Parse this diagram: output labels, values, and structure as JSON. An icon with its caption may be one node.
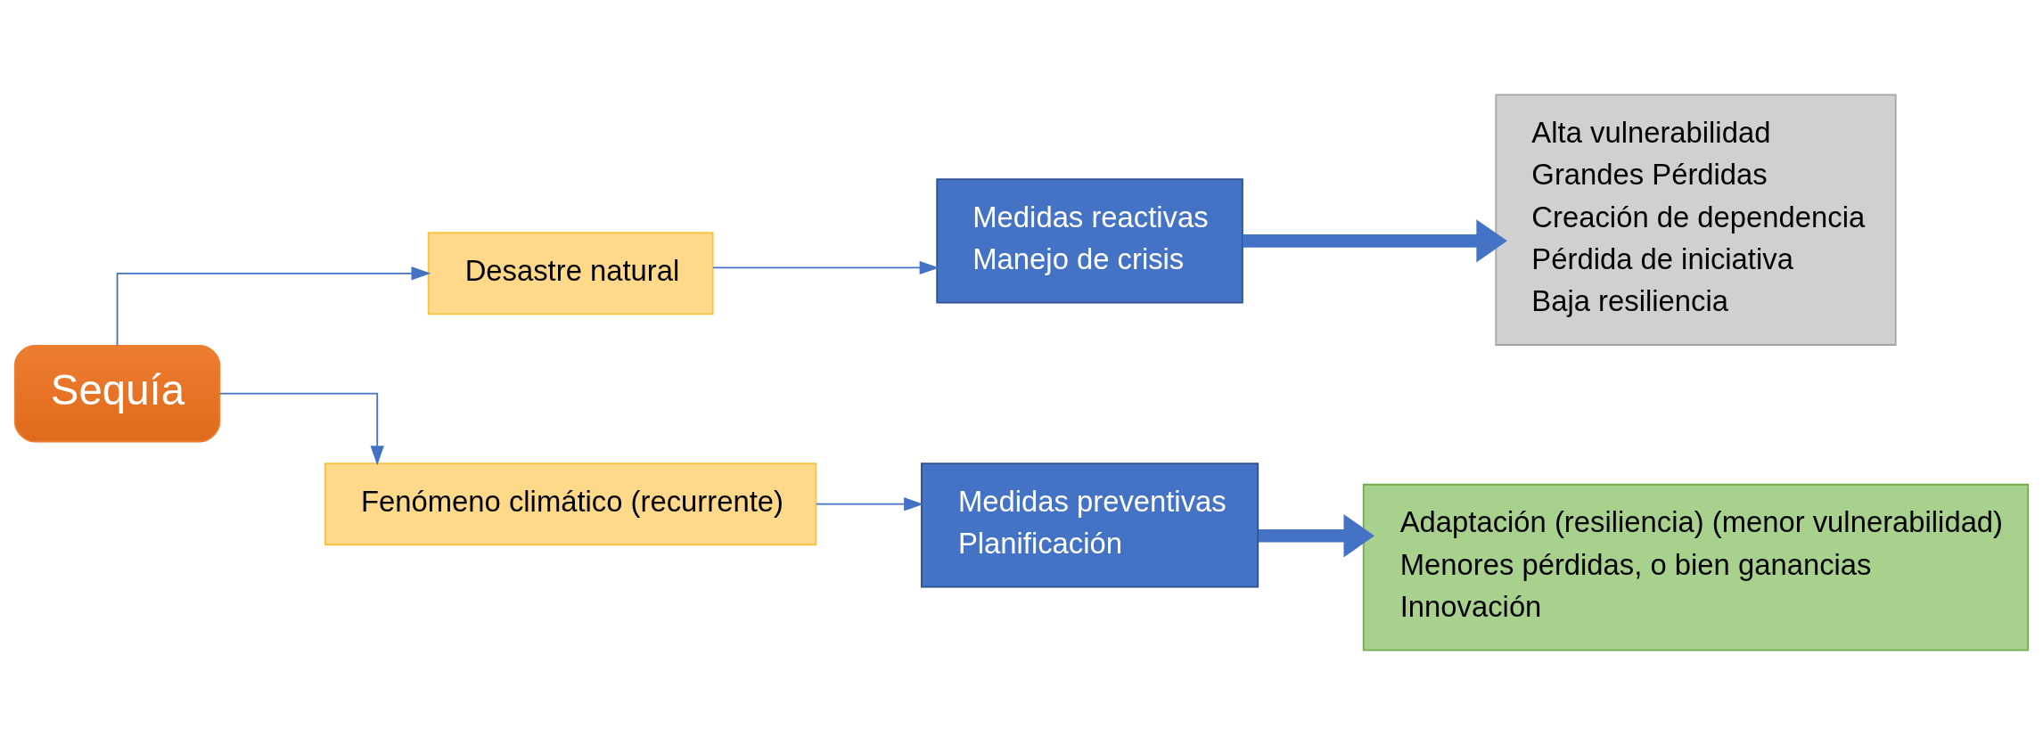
{
  "diagram": {
    "nodes": [
      {
        "text": [
          "Sequía"
        ]
      },
      {
        "text": [
          "Desastre natural"
        ]
      },
      {
        "text": [
          "Medidas reactivas",
          "Manejo de crisis"
        ]
      },
      {
        "text": [
          "Alta vulnerabilidad",
          "Grandes Pérdidas",
          "Creación de dependencia",
          "Pérdida de iniciativa",
          "Baja resiliencia"
        ]
      },
      {
        "text": [
          "Fenómeno climático (recurrente)"
        ]
      },
      {
        "text": [
          "Medidas preventivas",
          "Planificación"
        ]
      },
      {
        "text": [
          "Adaptación (resiliencia) (menor vulnerabilidad)",
          "Menores pérdidas, o bien ganancias",
          "Innovación"
        ]
      }
    ],
    "edges": [
      {
        "from": 0,
        "to": 1,
        "arrow": "to"
      },
      {
        "from": 1,
        "to": 2,
        "arrow": "to"
      },
      {
        "from": 2,
        "to": 3,
        "arrow": "to",
        "style": "thick"
      },
      {
        "from": 0,
        "to": 4,
        "arrow": "to"
      },
      {
        "from": 4,
        "to": 5,
        "arrow": "to"
      },
      {
        "from": 5,
        "to": 6,
        "arrow": "to",
        "style": "thick"
      }
    ]
  }
}
